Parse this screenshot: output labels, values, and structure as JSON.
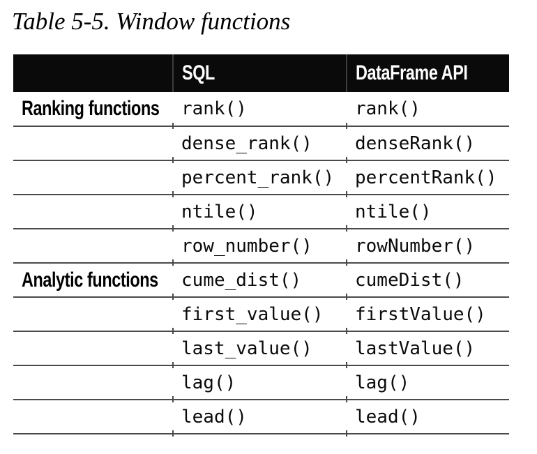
{
  "title": "Table 5-5. Window functions",
  "table": {
    "header": {
      "group": "",
      "sql": "SQL",
      "api": "DataFrame API"
    },
    "rows": [
      {
        "group": "Ranking functions",
        "sql": "rank()",
        "api": "rank()"
      },
      {
        "group": "",
        "sql": "dense_rank()",
        "api": "denseRank()"
      },
      {
        "group": "",
        "sql": "percent_rank()",
        "api": "percentRank()"
      },
      {
        "group": "",
        "sql": "ntile()",
        "api": "ntile()"
      },
      {
        "group": "",
        "sql": "row_number()",
        "api": "rowNumber()"
      },
      {
        "group": "Analytic functions",
        "sql": "cume_dist()",
        "api": "cumeDist()"
      },
      {
        "group": "",
        "sql": "first_value()",
        "api": "firstValue()"
      },
      {
        "group": "",
        "sql": "last_value()",
        "api": "lastValue()"
      },
      {
        "group": "",
        "sql": "lag()",
        "api": "lag()"
      },
      {
        "group": "",
        "sql": "lead()",
        "api": "lead()"
      }
    ],
    "colors": {
      "header_bg": "#0a0a0a",
      "header_text": "#ffffff",
      "header_divider": "#3d3d3d",
      "row_divider": "#4a4a4a",
      "body_text": "#000000"
    }
  }
}
